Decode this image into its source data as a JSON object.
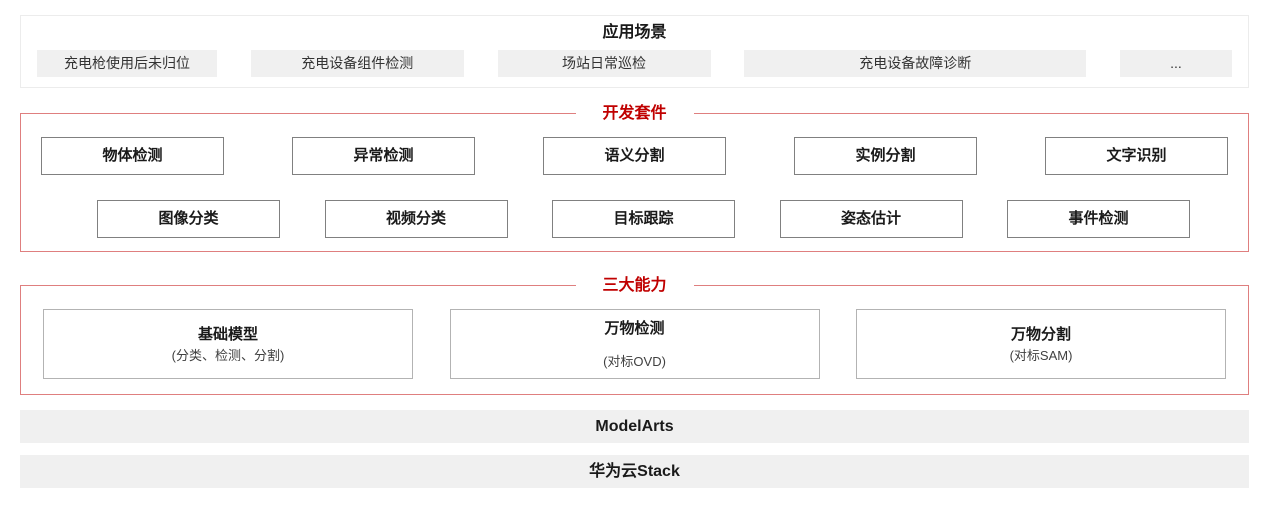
{
  "app_scenarios": {
    "title": "应用场景",
    "items": [
      "充电枪使用后未归位",
      "充电设备组件检测",
      "场站日常巡检",
      "充电设备故障诊断",
      "..."
    ]
  },
  "dev_kit": {
    "title": "开发套件",
    "row1": [
      "物体检测",
      "异常检测",
      "语义分割",
      "实例分割",
      "文字识别"
    ],
    "row2": [
      "图像分类",
      "视频分类",
      "目标跟踪",
      "姿态估计",
      "事件检测"
    ]
  },
  "capabilities": {
    "title": "三大能力",
    "items": [
      {
        "title": "基础模型",
        "subtitle": "(分类、检测、分割)"
      },
      {
        "title": "万物检测",
        "subtitle": "(对标OVD)"
      },
      {
        "title": "万物分割",
        "subtitle": "(对标SAM)"
      }
    ]
  },
  "platform_bars": [
    "ModelArts",
    "华为云Stack"
  ],
  "colors": {
    "accent_red": "#c00000",
    "panel_gray": "#f0f0f0"
  }
}
